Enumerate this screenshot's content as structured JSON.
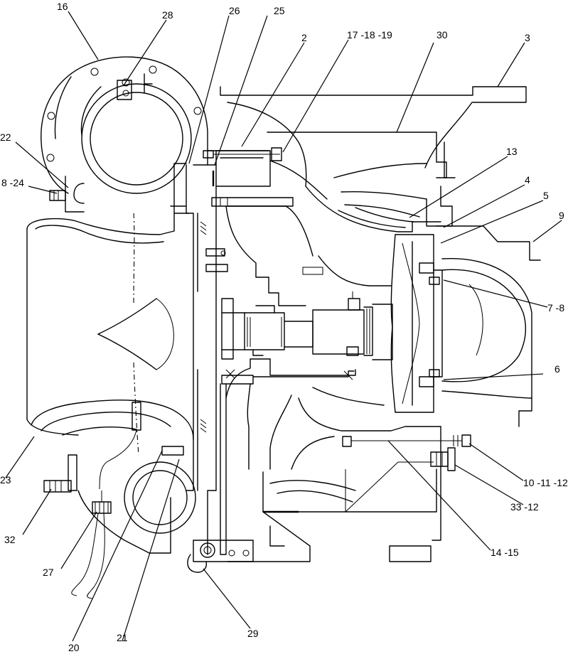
{
  "callouts": [
    {
      "id": "c16",
      "label": "16"
    },
    {
      "id": "c28",
      "label": "28"
    },
    {
      "id": "c26",
      "label": "26"
    },
    {
      "id": "c25",
      "label": "25"
    },
    {
      "id": "c2",
      "label": "2"
    },
    {
      "id": "c17",
      "label": "17 -18 -19"
    },
    {
      "id": "c30",
      "label": "30"
    },
    {
      "id": "c3",
      "label": "3"
    },
    {
      "id": "c22",
      "label": "22"
    },
    {
      "id": "c8",
      "label": "8 -24"
    },
    {
      "id": "c13",
      "label": "13"
    },
    {
      "id": "c4",
      "label": "4"
    },
    {
      "id": "c5",
      "label": "5"
    },
    {
      "id": "c9",
      "label": "9"
    },
    {
      "id": "c7",
      "label": "7 -8"
    },
    {
      "id": "c6",
      "label": "6"
    },
    {
      "id": "c10",
      "label": "10 -11 -12"
    },
    {
      "id": "c33",
      "label": "33 -12"
    },
    {
      "id": "c14",
      "label": "14 -15"
    },
    {
      "id": "c23",
      "label": "23"
    },
    {
      "id": "c32",
      "label": "32"
    },
    {
      "id": "c27",
      "label": "27"
    },
    {
      "id": "c20",
      "label": "20"
    },
    {
      "id": "c21",
      "label": "21"
    },
    {
      "id": "c29",
      "label": "29"
    }
  ]
}
